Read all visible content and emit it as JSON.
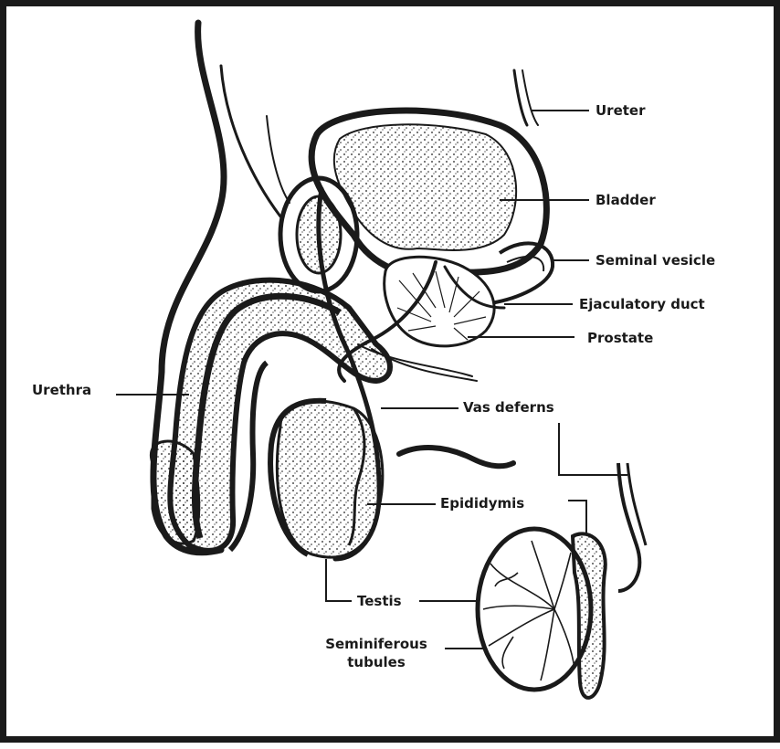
{
  "figure": {
    "ink_color": "#1a1a1a",
    "background": "#ffffff",
    "icon": "male-reproductive-anatomy-drawing"
  },
  "labels": {
    "ureter": "Ureter",
    "bladder": "Bladder",
    "seminal_vesicle": "Seminal vesicle",
    "ejaculatory_duct": "Ejaculatory duct",
    "prostate": "Prostate",
    "urethra": "Urethra",
    "vas_deferens": "Vas deferns",
    "epididymis": "Epididymis",
    "testis": "Testis",
    "seminiferous_line1": "Seminiferous",
    "seminiferous_line2": "tubules"
  }
}
